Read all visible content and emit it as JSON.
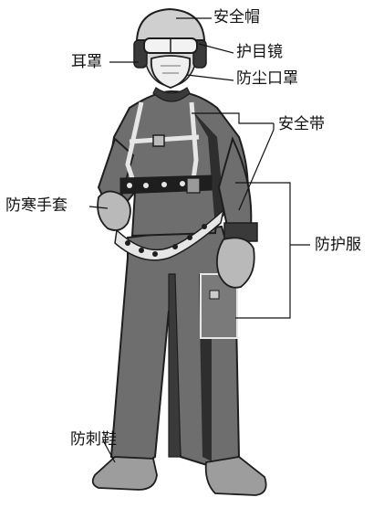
{
  "labels": {
    "helmet": "安全帽",
    "goggles": "护目镜",
    "earmuffs": "耳罩",
    "dust_mask": "防尘口罩",
    "safety_harness": "安全带",
    "cold_gloves": "防寒手套",
    "protective_suit": "防护服",
    "puncture_shoes": "防刺鞋"
  },
  "colors": {
    "suit": "#6e6e6e",
    "suit_dark": "#3a3a3a",
    "outline": "#1e1e1e",
    "glove": "#b9b9b9",
    "shoe": "#9d9d9d",
    "helmet": "#cfcfcf",
    "harness": "#e6e6e6",
    "leader_line": "#111111"
  }
}
